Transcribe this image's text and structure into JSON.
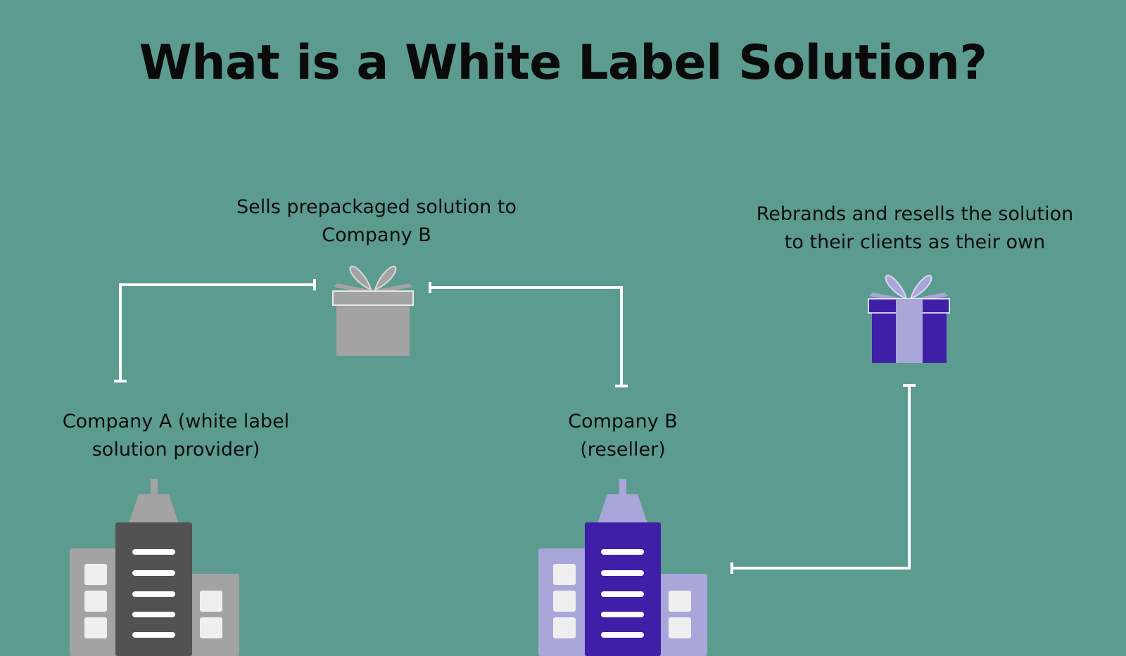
{
  "title": "What is a White Label Solution?",
  "labels": {
    "sells": [
      "Sells prepackaged solution to",
      "Company B"
    ],
    "rebrands": [
      "Rebrands and resells the solution",
      "to their clients as their own"
    ],
    "company_a": [
      "Company A (white label",
      "solution provider)"
    ],
    "company_b": [
      "Company B",
      "(reseller)"
    ]
  },
  "colors": {
    "background": "#5c9b8f",
    "provider_gray": "#a3a3a3",
    "provider_dark": "#525252",
    "reseller_light": "#a9a6d9",
    "reseller_dark": "#3f1fa8",
    "connector": "#ffffff"
  },
  "icons": [
    "gift-icon-gray",
    "gift-icon-purple",
    "building-icon-company-a",
    "building-icon-company-b"
  ]
}
